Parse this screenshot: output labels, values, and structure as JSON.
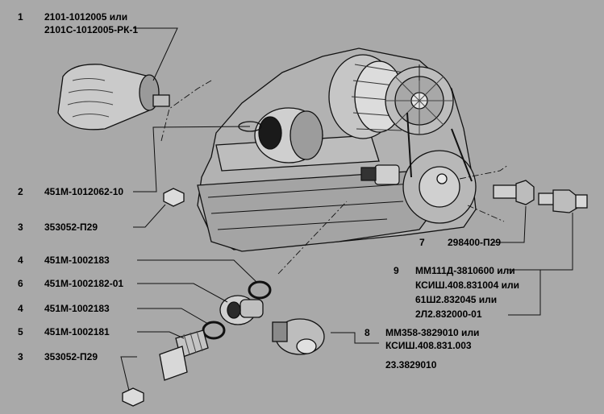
{
  "callouts": [
    {
      "num": "1",
      "lines": [
        "2101-1012005 или",
        "2101С-1012005-РК-1"
      ]
    },
    {
      "num": "2",
      "lines": [
        "451М-1012062-10"
      ]
    },
    {
      "num": "3",
      "lines": [
        "353052-П29"
      ]
    },
    {
      "num": "4",
      "lines": [
        "451М-1002183"
      ]
    },
    {
      "num": "6",
      "lines": [
        "451М-1002182-01"
      ]
    },
    {
      "num": "4",
      "lines": [
        "451М-1002183"
      ]
    },
    {
      "num": "5",
      "lines": [
        "451М-1002181"
      ]
    },
    {
      "num": "3",
      "lines": [
        "353052-П29"
      ]
    },
    {
      "num": "7",
      "lines": [
        "298400-П29"
      ]
    },
    {
      "num": "9",
      "lines": [
        "ММ111Д-3810600 или",
        "КСИШ.408.831004 или",
        "61Ш2.832045 или",
        "2Л2.832000-01"
      ]
    },
    {
      "num": "8",
      "lines": [
        "ММ358-3829010 или",
        "КСИШ.408.831.003",
        "23.3829010"
      ]
    }
  ]
}
